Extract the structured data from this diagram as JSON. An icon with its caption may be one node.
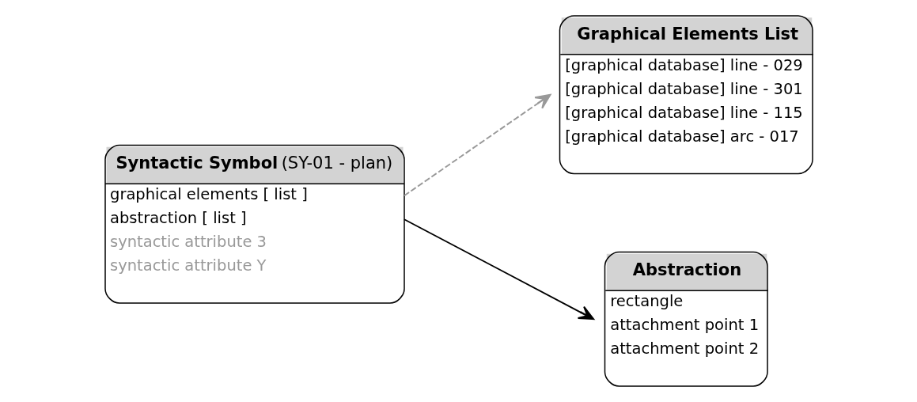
{
  "diagram": {
    "nodes": [
      {
        "text": [
          "**Syntactic Symbol** (SY-01 - plan)",
          "graphical elements [ list ]",
          "abstraction [ list ]",
          "syntactic attribute 3",
          "syntactic attribute Y"
        ]
      },
      {
        "text": [
          "**Graphical Elements List**",
          "[graphical database] line - 029",
          "[graphical database] line - 301",
          "[graphical database] line - 115",
          "[graphical database] arc - 017"
        ]
      },
      {
        "text": [
          "**Abstraction**",
          "rectangle",
          "attachment point 1",
          "attachment point 2"
        ]
      }
    ],
    "edges": [
      {
        "from": 0,
        "to": 1,
        "arrow": "to",
        "style": "dashed",
        "color": "#999999"
      },
      {
        "from": 0,
        "to": 2,
        "arrow": "to",
        "color": "#000000"
      }
    ]
  }
}
